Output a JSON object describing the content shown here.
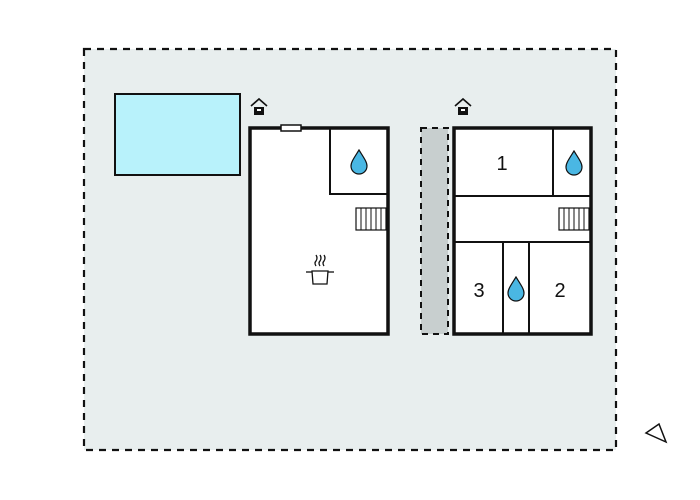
{
  "colors": {
    "plot": "#e8eeee",
    "pool": "#b8f2fb",
    "wall": "#111111",
    "walkway": "#c8cfcf",
    "water": "#4ab7e3",
    "floor": "#ffffff"
  },
  "plan": {
    "ground_floor": {
      "icon": "house-icon",
      "fixtures": [
        "water-drop-icon",
        "cooking-pot-icon",
        "staircase-icon"
      ]
    },
    "first_floor": {
      "icon": "house-icon",
      "rooms": {
        "room1": "1",
        "room2": "2",
        "room3": "3"
      },
      "fixtures": [
        "water-drop-icon",
        "water-drop-icon",
        "staircase-icon"
      ]
    },
    "compass": "north-arrow-icon"
  }
}
